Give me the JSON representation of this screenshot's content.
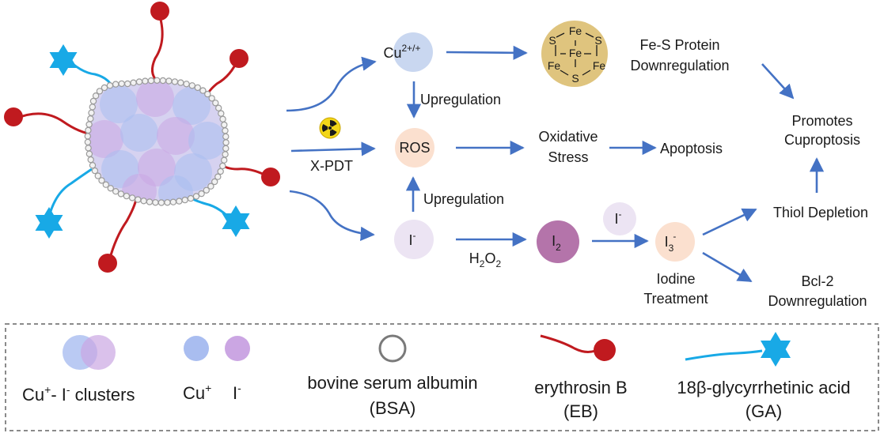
{
  "nodes": {
    "cu": {
      "base": "Cu",
      "sup": "2+/+"
    },
    "ros": "ROS",
    "iodide": {
      "base": "I",
      "sup": "-"
    },
    "iodine": {
      "base": "I",
      "sub": "2"
    },
    "iodide_small": {
      "base": "I",
      "sup": "-"
    },
    "triiodide": {
      "base": "I",
      "sub": "3",
      "sup": "-"
    }
  },
  "fes_cluster": {
    "fe_top": "Fe",
    "fe_center": "Fe",
    "fe_left": "Fe",
    "fe_right": "Fe",
    "s_top_left": "S",
    "s_top_right": "S",
    "s_bottom": "S"
  },
  "labels": {
    "fes_line1": "Fe-S Protein",
    "fes_line2": "Downregulation",
    "upregulation_top": "Upregulation",
    "upregulation_bottom": "Upregulation",
    "oxidative_line1": "Oxidative",
    "oxidative_line2": "Stress",
    "apoptosis": "Apoptosis",
    "promotes_line1": "Promotes",
    "promotes_line2": "Cuproptosis",
    "thiol_depletion": "Thiol Depletion",
    "xpdt": "X-PDT",
    "h2o2": {
      "base": "H",
      "sub1": "2",
      "mid": "O",
      "sub2": "2"
    },
    "iodine_treatment_line1": "Iodine",
    "iodine_treatment_line2": "Treatment",
    "bcl2_line1": "Bcl-2",
    "bcl2_line2": "Downregulation"
  },
  "legend": {
    "clusters": {
      "cu": "Cu",
      "cu_sup": "+",
      "dash": "- ",
      "i": "I",
      "i_sup": "-",
      "rest": " clusters"
    },
    "cu_ion": {
      "base": "Cu",
      "sup": "+"
    },
    "i_ion": {
      "base": "I",
      "sup": "-"
    },
    "bsa_line1": "bovine serum albumin",
    "bsa_line2": "(BSA)",
    "eb_line1": "erythrosin B",
    "eb_line2": "(EB)",
    "ga_line1": "18β-glycyrrhetinic acid",
    "ga_line2": "(GA)"
  },
  "colors": {
    "arrow": "#4472c4",
    "cu_node": "#c9d7f0",
    "ros_node": "#fbe0cf",
    "iodide_node": "#ece4f3",
    "iodine_node": "#b474aa",
    "fes_fill": "#dfc47e",
    "cu_ion": "#a9bdf0",
    "i_ion": "#cba6e3",
    "eb_red": "#c01a1f",
    "ga_blue": "#18a9e6",
    "bsa_gray": "#c8c8c8",
    "legend_border": "#8a8a8a"
  }
}
